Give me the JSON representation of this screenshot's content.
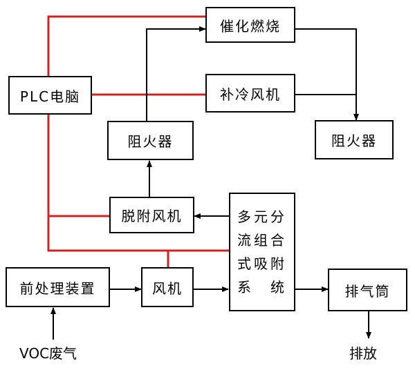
{
  "nodes": {
    "catalytic_combustion": "催化燃烧",
    "plc_computer": "PLC电脑",
    "supplementary_cooling_fan": "补冷风机",
    "flame_arrester_left": "阻火器",
    "flame_arrester_right": "阻火器",
    "desorption_fan": "脱附风机",
    "multi_stream_adsorption": [
      "多元分",
      "流组合",
      "式吸附",
      "系　统"
    ],
    "pretreatment_device": "前处理装置",
    "fan": "风机",
    "exhaust_stack": "排气筒"
  },
  "labels": {
    "voc_input": "VOC废气",
    "discharge": "排放"
  },
  "colors": {
    "control_line": "#d42020",
    "flow_line": "#000000"
  }
}
